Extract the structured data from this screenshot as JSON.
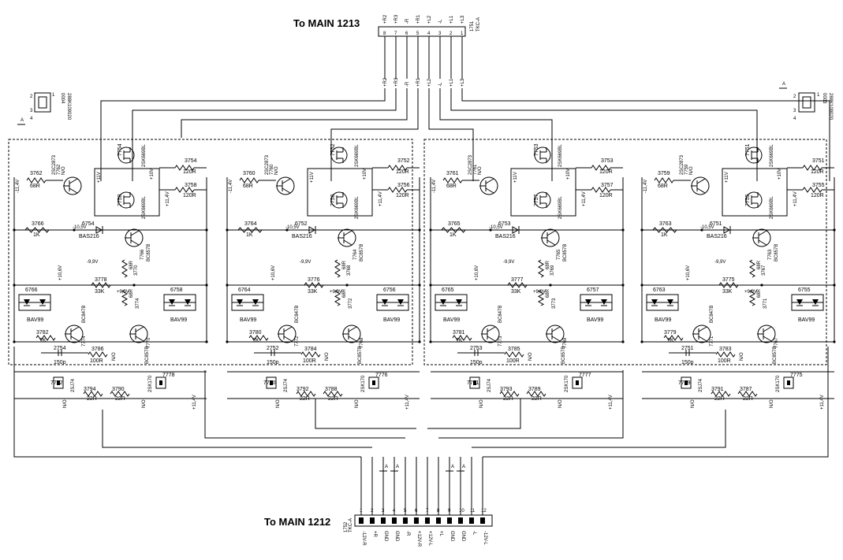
{
  "top_connector": {
    "title": "To MAIN 1213",
    "ref": "1751",
    "type": "TKC-A",
    "pins": [
      {
        "num": "8",
        "sig": "+R2"
      },
      {
        "num": "7",
        "sig": "+R3"
      },
      {
        "num": "6",
        "sig": "-R"
      },
      {
        "num": "5",
        "sig": "+R1"
      },
      {
        "num": "4",
        "sig": "+L2"
      },
      {
        "num": "3",
        "sig": "-L"
      },
      {
        "num": "2",
        "sig": "+L1"
      },
      {
        "num": "1",
        "sig": "+L3"
      }
    ],
    "wire_labels": [
      "+R2",
      "+R3",
      "-R",
      "+R1",
      "+L2",
      "-L",
      "+L1",
      "+L3"
    ]
  },
  "bottom_connector": {
    "title": "To MAIN 1212",
    "ref": "1752",
    "type": "TKC-A",
    "pins": [
      {
        "num": "1",
        "sig": "-12V-R"
      },
      {
        "num": "2",
        "sig": "+R"
      },
      {
        "num": "3",
        "sig": "GND"
      },
      {
        "num": "4",
        "sig": "GND"
      },
      {
        "num": "5",
        "sig": "-R"
      },
      {
        "num": "6",
        "sig": "+12V-R"
      },
      {
        "num": "7",
        "sig": "+12V-L"
      },
      {
        "num": "8",
        "sig": "+L"
      },
      {
        "num": "9",
        "sig": "GND"
      },
      {
        "num": "10",
        "sig": "GND"
      },
      {
        "num": "11",
        "sig": "-L"
      },
      {
        "num": "12",
        "sig": "-12V-L"
      }
    ],
    "gnd_symbol_label": "A"
  },
  "left_switch": {
    "ref": "0004",
    "part": "288K109020",
    "ground_label": "A",
    "pins": [
      "1",
      "2",
      "3",
      "4"
    ]
  },
  "right_switch": {
    "ref": "0003",
    "part": "288K109020",
    "ground_label": "A",
    "pins": [
      "1",
      "2",
      "3",
      "4"
    ]
  },
  "net_labels": {
    "plus11": "+11,4V",
    "minus11": "-11,4V",
    "minus105": "-10,5V",
    "minus99": "-9,9V",
    "plus99": "+9,9V",
    "neg_g": "N/O"
  },
  "channels": [
    {
      "name": "ch1",
      "pre_npn": "2SC2873",
      "q_npn": "7762",
      "r_in": "3762",
      "r_in_val": "68R",
      "fet_top": "7754",
      "fet_bot": "7758",
      "fet_type": "2SK669BL",
      "r_out1": "3754",
      "r_out1_val": "120R",
      "r_out2": "3758",
      "r_out2_val": "120R",
      "r_bias": "3766",
      "r_bias_val": "1K",
      "diode": "6754",
      "diode_type": "BAS216",
      "q_pnp": "7766",
      "q_pnp_type": "BC857B",
      "r_em": "3770",
      "r_em_val": "68R",
      "r_mid": "3778",
      "r_mid_val": "33K",
      "r_em2": "3774",
      "r_em2_val": "68R",
      "d_left": "6766",
      "d_right": "6758",
      "d_type": "BAV99",
      "q_lo_npn": "7774",
      "q_lo_npn_type": "BC847B",
      "q_lo_pnp": "7770",
      "q_lo_pnp_type": "BC857B",
      "r_lo": "3782",
      "r_lo_val": "1K",
      "cap": "2754",
      "cap_val": "150p",
      "r_lo2": "3786",
      "r_lo2_val": "100R",
      "jfet_a": "7782",
      "jfet_a_type": "2SJ74",
      "jfet_b": "7778",
      "jfet_b_type": "2SK170",
      "r_g1": "3794",
      "r_g1_val": "22R",
      "r_g2": "3790",
      "r_g2_val": "22R"
    },
    {
      "name": "ch2",
      "pre_npn": "2SC2873",
      "q_npn": "7760",
      "r_in": "3760",
      "r_in_val": "68R",
      "fet_top": "7752",
      "fet_bot": "7756",
      "fet_type": "2SK669BL",
      "r_out1": "3752",
      "r_out1_val": "120R",
      "r_out2": "3756",
      "r_out2_val": "120R",
      "r_bias": "3764",
      "r_bias_val": "1K",
      "diode": "6752",
      "diode_type": "BAS216",
      "q_pnp": "7764",
      "q_pnp_type": "BC857B",
      "r_em": "3768",
      "r_em_val": "68R",
      "r_mid": "3776",
      "r_mid_val": "33K",
      "r_em2": "3772",
      "r_em2_val": "68R",
      "d_left": "6764",
      "d_right": "6756",
      "d_type": "BAV99",
      "q_lo_npn": "7772",
      "q_lo_npn_type": "BC847B",
      "q_lo_pnp": "7768",
      "q_lo_pnp_type": "BC857B",
      "r_lo": "3780",
      "r_lo_val": "1K",
      "cap": "2752",
      "cap_val": "150p",
      "r_lo2": "3784",
      "r_lo2_val": "100R",
      "jfet_a": "7780",
      "jfet_a_type": "2SJ74",
      "jfet_b": "7776",
      "jfet_b_type": "2SK170",
      "r_g1": "3792",
      "r_g1_val": "22R",
      "r_g2": "3788",
      "r_g2_val": "22R"
    },
    {
      "name": "ch3",
      "pre_npn": "2SC2873",
      "q_npn": "7761",
      "r_in": "3761",
      "r_in_val": "68R",
      "fet_top": "7753",
      "fet_bot": "7757",
      "fet_type": "2SK669BL",
      "r_out1": "3753",
      "r_out1_val": "120R",
      "r_out2": "3757",
      "r_out2_val": "120R",
      "r_bias": "3765",
      "r_bias_val": "1K",
      "diode": "6753",
      "diode_type": "BAS216",
      "q_pnp": "7765",
      "q_pnp_type": "BC857B",
      "r_em": "3769",
      "r_em_val": "68R",
      "r_mid": "3777",
      "r_mid_val": "33K",
      "r_em2": "3773",
      "r_em2_val": "68R",
      "d_left": "6765",
      "d_right": "6757",
      "d_type": "BAV99",
      "q_lo_npn": "7773",
      "q_lo_npn_type": "BC847B",
      "q_lo_pnp": "7769",
      "q_lo_pnp_type": "BC857B",
      "r_lo": "3781",
      "r_lo_val": "1K",
      "cap": "2753",
      "cap_val": "150p",
      "r_lo2": "3785",
      "r_lo2_val": "100R",
      "jfet_a": "7781",
      "jfet_a_type": "2SJ74",
      "jfet_b": "7777",
      "jfet_b_type": "2SK170",
      "r_g1": "3793",
      "r_g1_val": "22R",
      "r_g2": "3789",
      "r_g2_val": "22R"
    },
    {
      "name": "ch4",
      "pre_npn": "2SC2873",
      "q_npn": "7759",
      "r_in": "3759",
      "r_in_val": "68R",
      "fet_top": "7751",
      "fet_bot": "7755",
      "fet_type": "2SK669BL",
      "r_out1": "3751",
      "r_out1_val": "120R",
      "r_out2": "3755",
      "r_out2_val": "120R",
      "r_bias": "3763",
      "r_bias_val": "1K",
      "diode": "6751",
      "diode_type": "BAS216",
      "q_pnp": "7763",
      "q_pnp_type": "BC857B",
      "r_em": "3767",
      "r_em_val": "68R",
      "r_mid": "3775",
      "r_mid_val": "33K",
      "r_em2": "3771",
      "r_em2_val": "68R",
      "d_left": "6763",
      "d_right": "6755",
      "d_type": "BAV99",
      "q_lo_npn": "7771",
      "q_lo_npn_type": "BC847B",
      "q_lo_pnp": "7767",
      "q_lo_pnp_type": "BC857B",
      "r_lo": "3779",
      "r_lo_val": "1K",
      "cap": "2751",
      "cap_val": "150p",
      "r_lo2": "3783",
      "r_lo2_val": "100R",
      "jfet_a": "7779",
      "jfet_a_type": "2SJ74",
      "jfet_b": "7775",
      "jfet_b_type": "2SK170",
      "r_g1": "3791",
      "r_g1_val": "22R",
      "r_g2": "3787",
      "r_g2_val": "22R"
    }
  ]
}
